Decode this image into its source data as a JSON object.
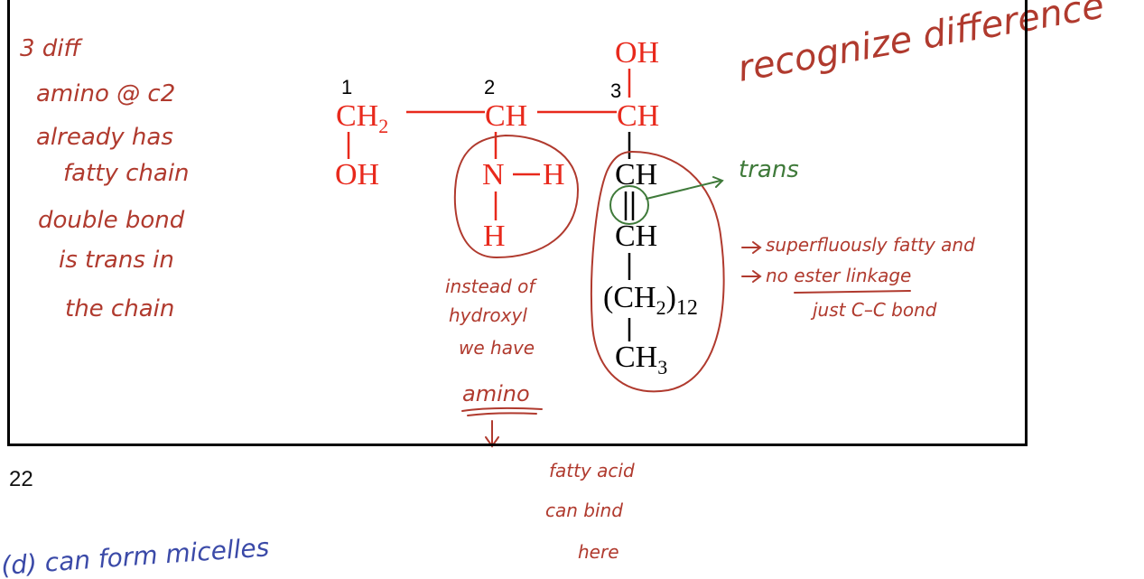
{
  "page_number": "22",
  "colors": {
    "molecule_red": "#e8291c",
    "ink_red": "#b03a2e",
    "ink_green": "#3f7a3a",
    "black": "#000000"
  },
  "structure": {
    "carbon_numbers": [
      "1",
      "2",
      "3"
    ],
    "groups": {
      "c1": "CH",
      "c1_sub": "2",
      "c1_oh": "OH",
      "c2": "CH",
      "c2_n": "N",
      "c2_nh": "H",
      "c2_h": "H",
      "c3": "CH",
      "c3_oh": "OH",
      "c4": "CH",
      "c5": "CH",
      "chain": "(CH",
      "chain_sub": "2",
      "chain_close": ")",
      "chain_count": "12",
      "terminal": "CH",
      "terminal_sub": "3"
    }
  },
  "annotations": {
    "left_notes": [
      "3 diff",
      "amino @ c2",
      "already has",
      "fatty chain",
      "double bond",
      "is trans in",
      "the chain"
    ],
    "top_right": "recognize difference",
    "trans_label": "trans",
    "right_notes": [
      "superfluously fatty and",
      "no ester linkage",
      "just C–C bond"
    ],
    "center_notes": [
      "instead of",
      "hydroxyl",
      "we have",
      "amino"
    ],
    "bottom_notes": [
      "fatty acid",
      "can bind",
      "here"
    ],
    "bottom_left": "(d) can form micelles"
  }
}
